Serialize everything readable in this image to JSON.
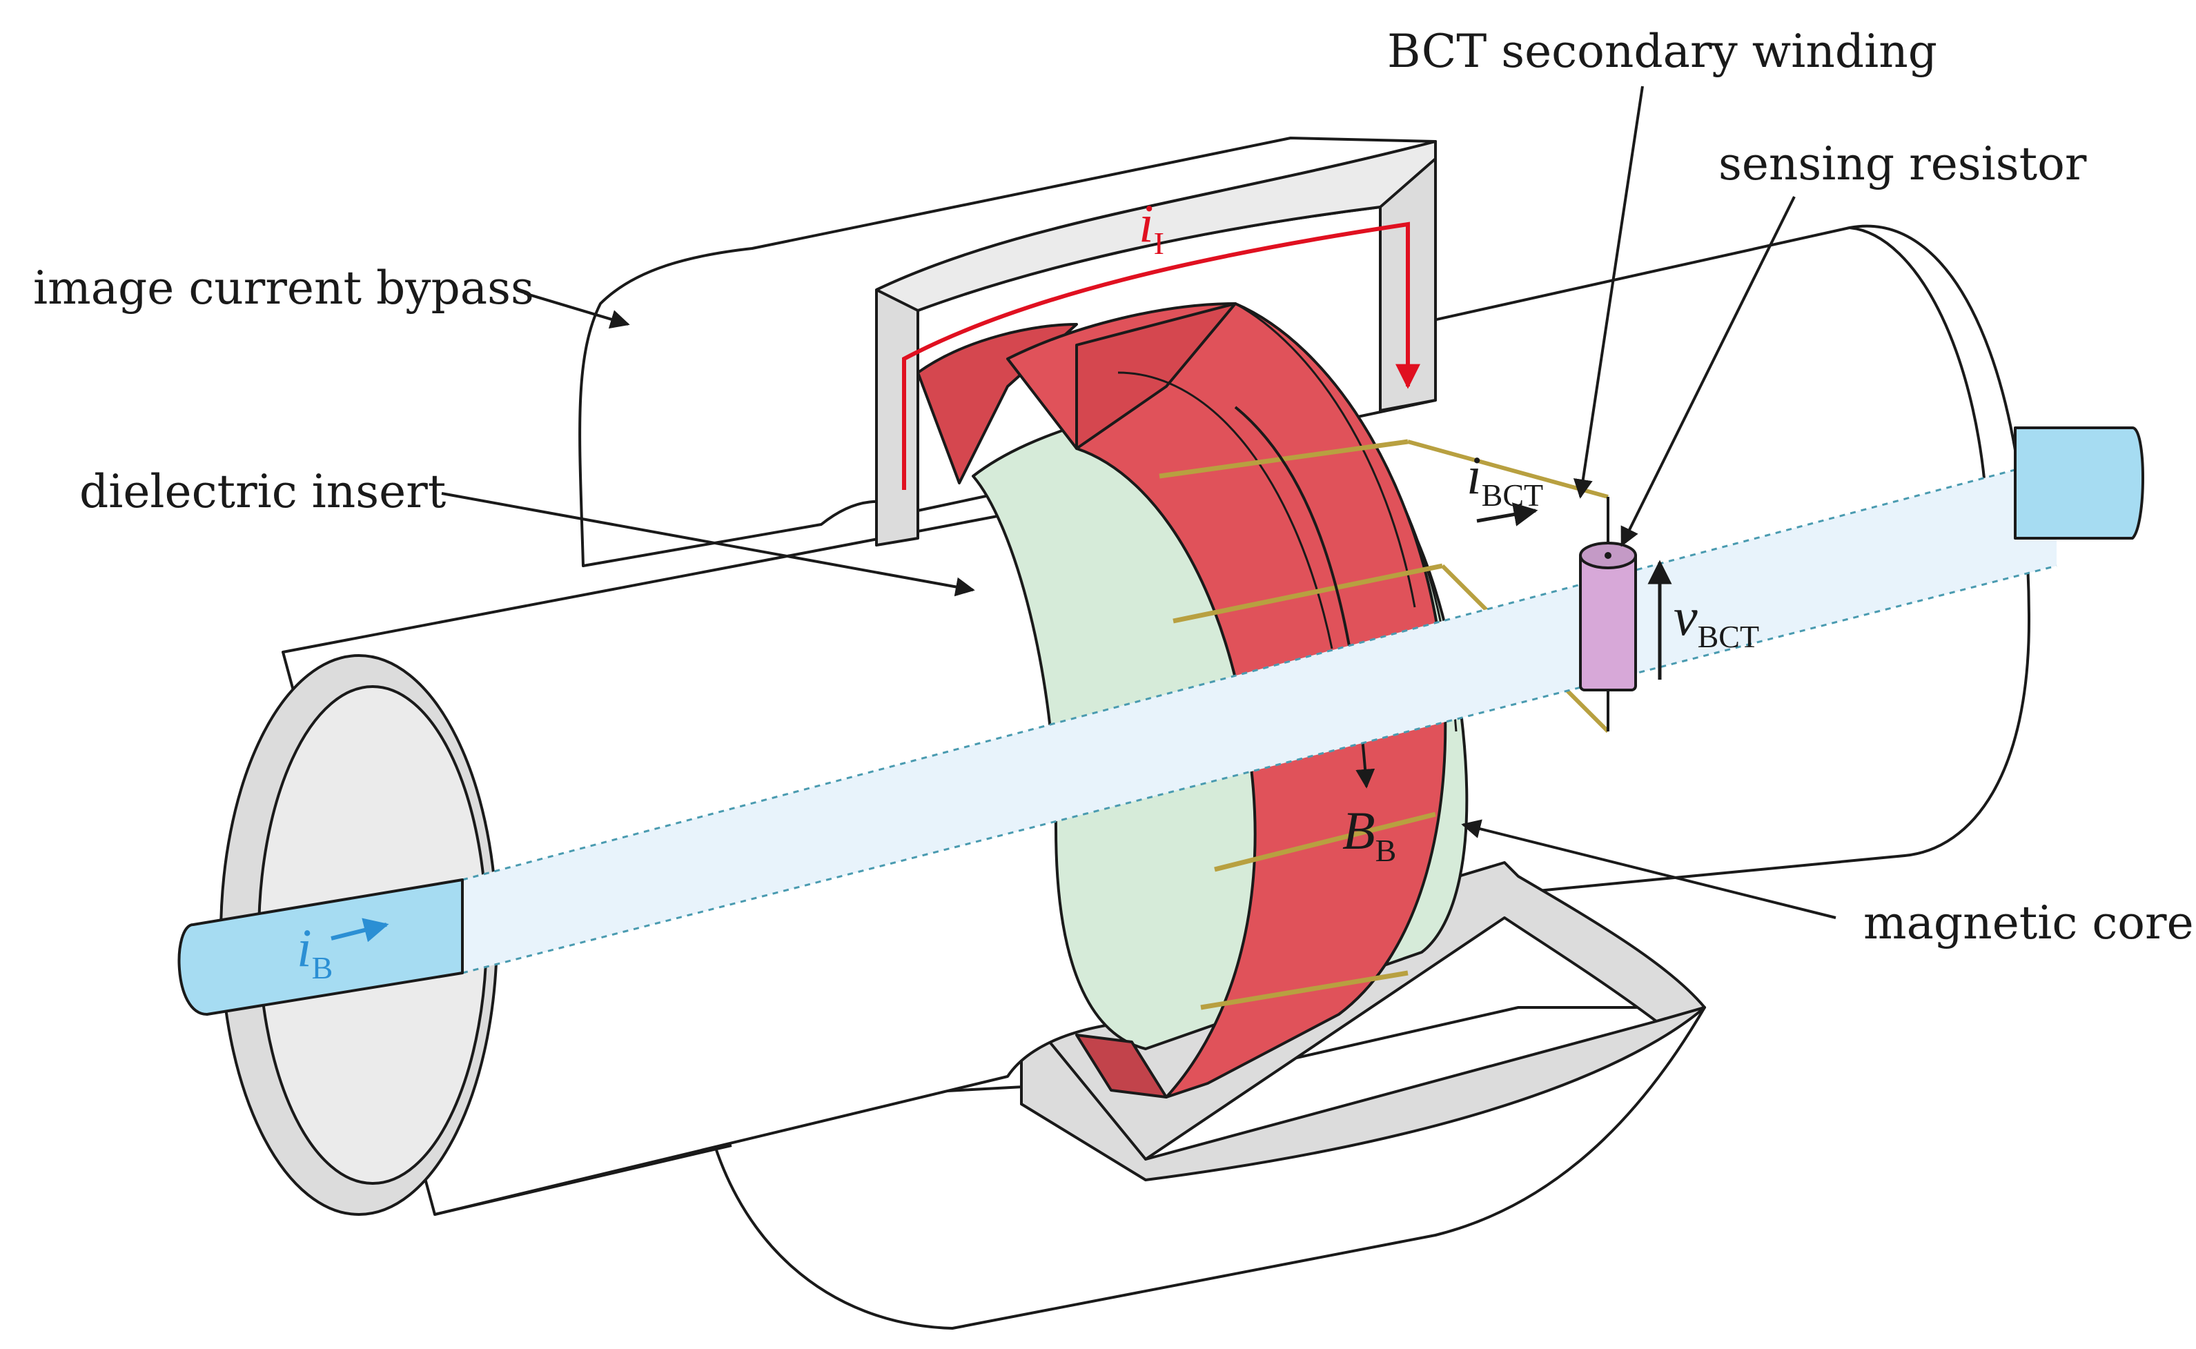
{
  "labels": {
    "image_current_bypass": "image current bypass",
    "dielectric_insert": "dielectric insert",
    "bct_secondary_winding": "BCT secondary winding",
    "sensing_resistor": "sensing resistor",
    "magnetic_core": "magnetic core"
  },
  "symbols": {
    "image_current": {
      "main": "i",
      "sub": "I"
    },
    "beam_current": {
      "main": "i",
      "sub": "B"
    },
    "bct_current": {
      "main": "i",
      "sub": "BCT"
    },
    "bct_voltage": {
      "main": "v",
      "sub": "BCT"
    },
    "magnetic_field": {
      "main": "B",
      "sub": "B"
    }
  },
  "colors": {
    "outline": "#1a1a1a",
    "pipe_fill": "#ffffff",
    "bypass_cut": "#dcdcdc",
    "insert": "#d6ebd9",
    "core": "#e0525a",
    "core_dark": "#b83a42",
    "winding": "#b8a040",
    "beam": "#a6dcf2",
    "beam_line": "#4a9bb0",
    "resistor": "#d7a8d8",
    "image_current": "#e01020",
    "beam_current": "#2b8fd4"
  }
}
